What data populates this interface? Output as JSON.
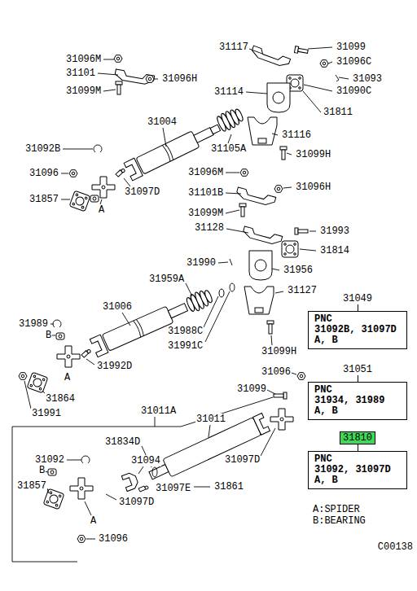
{
  "diagram": {
    "nodes": [
      {
        "text": [
          "31049",
          "PNC",
          "31092B, 31097D",
          "A, B"
        ]
      },
      {
        "text": [
          "31051",
          "PNC",
          "31934, 31989",
          "A, B"
        ]
      },
      {
        "text": [
          "31810",
          "PNC",
          "31092, 31097D",
          "A, B"
        ]
      }
    ],
    "labels": [
      "31096M",
      "31101",
      "31096H",
      "31099M",
      "31117",
      "31099",
      "31096C",
      "31093",
      "31090C",
      "31114",
      "31811",
      "31004",
      "31105A",
      "31116",
      "31099H",
      "31092B",
      "31096",
      "31857",
      "31097D",
      "A",
      "31096M",
      "31101B",
      "31096H",
      "31099M",
      "31128",
      "31993",
      "31814",
      "31990",
      "31956",
      "31959A",
      "31127",
      "31006",
      "31989",
      "B",
      "31988C",
      "31991C",
      "31099H",
      "31992D",
      "A",
      "31864",
      "31991",
      "31011A",
      "31099",
      "31096",
      "31011",
      "31834D",
      "31092",
      "B",
      "31094",
      "31097D",
      "31857",
      "31097E",
      "31861",
      "A",
      "31097D",
      "31096",
      "A:SPIDER",
      "B:BEARING",
      "C00138"
    ]
  }
}
